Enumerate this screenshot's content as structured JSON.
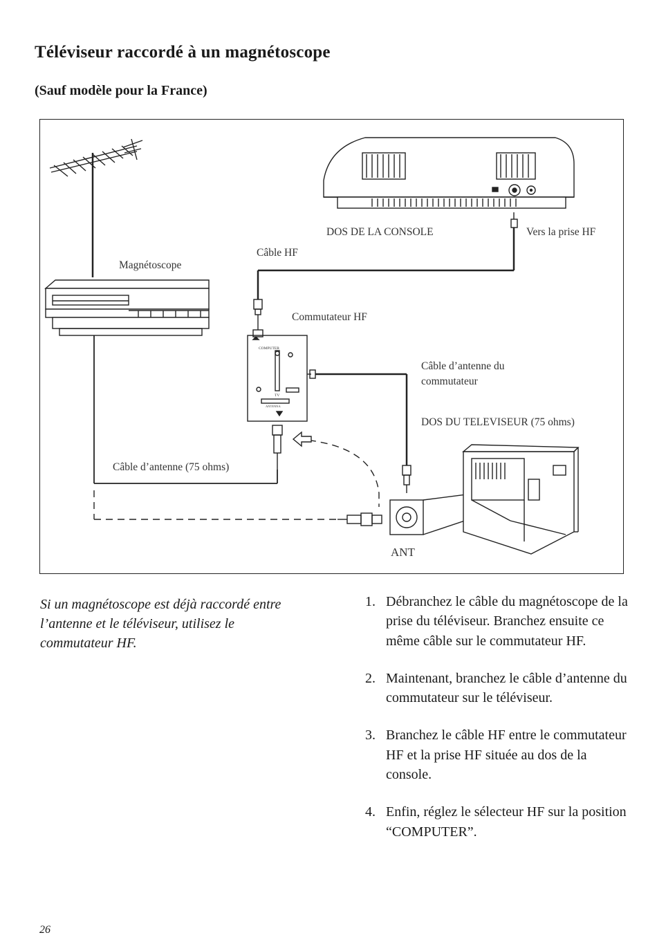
{
  "title": "Téléviseur raccordé à un magnétoscope",
  "subtitle": "(Sauf modèle pour la France)",
  "diagram": {
    "label_console_back": "DOS DE LA CONSOLE",
    "label_to_rf_jack": "Vers la prise HF",
    "label_rf_cable": "Câble HF",
    "label_vcr": "Magnétoscope",
    "label_rf_switch": "Commutateur HF",
    "label_switch_antenna_cable": "Câble d’antenne du commutateur",
    "label_tv_back": "DOS DU TELEVISEUR (75 ohms)",
    "label_antenna_cable": "Câble d’antenne (75 ohms)",
    "label_ant": "ANT",
    "switch_computer": "COMPUTER",
    "switch_tv": "TV",
    "switch_antenna": "ANTENNA"
  },
  "note": "Si un magnétoscope est déjà raccordé entre l’antenne et le téléviseur, utilisez le commutateur HF.",
  "steps": [
    {
      "num": "1.",
      "text": "Débranchez le câble du magnétoscope de la prise du téléviseur. Branchez ensuite ce même câble sur le commutateur HF."
    },
    {
      "num": "2.",
      "text": "Maintenant, branchez le câble d’antenne du commutateur sur le téléviseur."
    },
    {
      "num": "3.",
      "text": "Branchez le câble HF entre le commutateur HF et la prise HF située au dos de la console."
    },
    {
      "num": "4.",
      "text": "Enfin, réglez le sélecteur HF sur la position “COMPUTER”."
    }
  ],
  "page_number": "26"
}
